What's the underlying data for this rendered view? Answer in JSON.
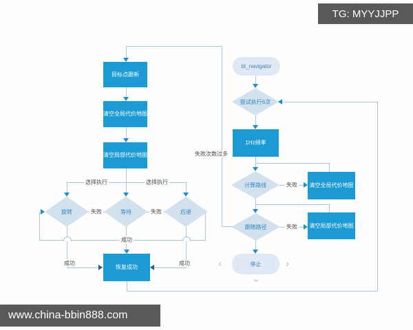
{
  "overlays": {
    "tg_badge": "TG: MYYJJPP",
    "url_badge": "www.china-bbin888.com"
  },
  "nodes": {
    "goal_update": "目标点跟新",
    "clear_global_left": "清空全局代价地图",
    "clear_local_left": "清空局部代价地图",
    "spin": "旋转",
    "wait": "等待",
    "backup": "后退",
    "recovery_success": "恢复成功",
    "bt_navigator": "bt_navigator",
    "retry": "尝试执行6次",
    "rate": "1Hz频率",
    "compute_path": "计算路线",
    "follow_path": "跟随路径",
    "stop": "停止",
    "clear_global_right": "清空全局代价地图",
    "clear_local_right": "清空局部代价地图"
  },
  "edge_labels": {
    "select_exec_left": "选择执行",
    "select_exec_right": "选择执行",
    "fail_spin_wait": "失败",
    "fail_wait_backup": "失败",
    "success_loop": "成功",
    "success_left": "成功",
    "success_right": "成功",
    "too_many_failures": "失败次数过多",
    "fail_compute": "失败",
    "fail_follow": "失败"
  },
  "nav_icons": {
    "prev": "‹",
    "next": "›",
    "down": "⌄"
  },
  "colors": {
    "node_blue": "#1b9ad3",
    "diamond_fill": "#d3e1ef",
    "diamond_text": "#2e86c1",
    "pill_fill": "#dfe9f6",
    "line": "#a9c6da",
    "arrow_blue": "#1e8fcc",
    "arrow_dark": "#2a5d82",
    "badge_bg": "#58595b",
    "label_text": "#4a4a4a"
  }
}
